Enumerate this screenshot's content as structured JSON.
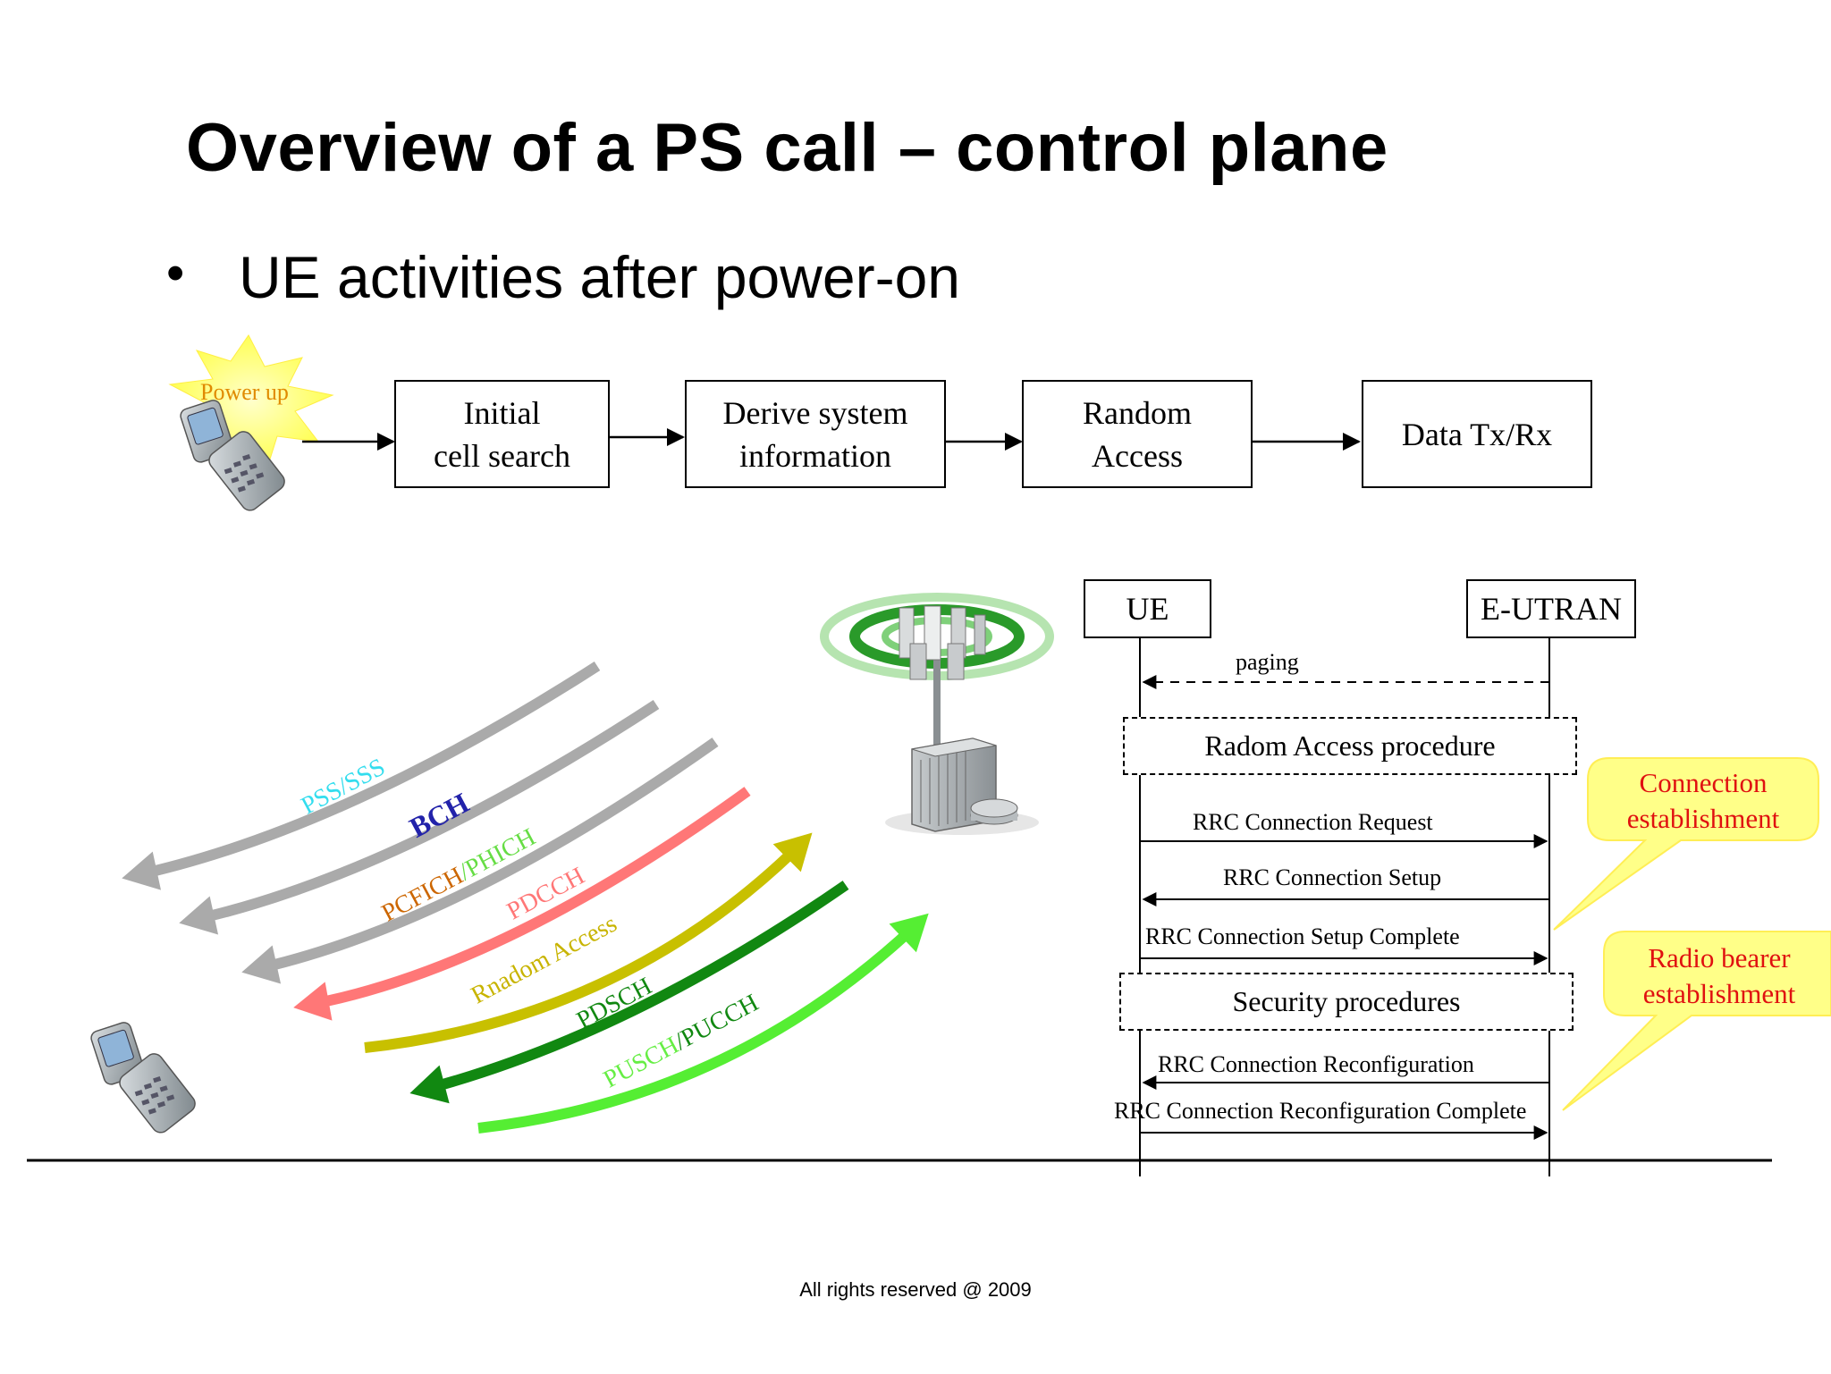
{
  "slide": {
    "title": "Overview of a PS call – control plane",
    "bullet": "UE activities after power-on",
    "footer": "All rights reserved @ 2009"
  },
  "flow": {
    "start_label": "Power up",
    "steps": [
      "Initial\ncell search",
      "Derive system\ninformation",
      "Random\nAccess",
      "Data Tx/Rx"
    ]
  },
  "channels": [
    {
      "label": "PSS/SSS",
      "color": "#33ddee",
      "arrow_color": "#aaaaaa",
      "direction": "downlink"
    },
    {
      "label": "BCH",
      "color": "#2222aa",
      "arrow_color": "#aaaaaa",
      "direction": "downlink"
    },
    {
      "label_a": "PCFICH",
      "label_b": "/PHICH",
      "color_a": "#cc6600",
      "color_b": "#66dd44",
      "arrow_color": "#aaaaaa",
      "direction": "downlink"
    },
    {
      "label": "PDCCH",
      "color": "#ff7777",
      "arrow_color": "#ff7777",
      "direction": "downlink"
    },
    {
      "label": "Rnadom Access",
      "color": "#c8b400",
      "arrow_color": "#c8c000",
      "direction": "uplink"
    },
    {
      "label": "PDSCH",
      "color": "#118811",
      "arrow_color": "#118811",
      "direction": "downlink"
    },
    {
      "label_a": "PUSCH",
      "label_b": "/PUCCH",
      "color_a": "#66ee44",
      "color_b": "#118811",
      "arrow_color": "#55ee33",
      "direction": "uplink"
    }
  ],
  "sequence": {
    "entities": [
      "UE",
      "E-UTRAN"
    ],
    "messages": [
      {
        "label": "paging",
        "direction": "to-ue",
        "style": "dashed"
      },
      {
        "label": "RRC Connection Request",
        "direction": "to-enb",
        "style": "solid"
      },
      {
        "label": "RRC Connection Setup",
        "direction": "to-ue",
        "style": "solid"
      },
      {
        "label": "RRC Connection Setup Complete",
        "direction": "to-enb",
        "style": "solid"
      },
      {
        "label": "RRC Connection Reconfiguration",
        "direction": "to-ue",
        "style": "solid"
      },
      {
        "label": "RRC Connection Reconfiguration Complete",
        "direction": "to-enb",
        "style": "solid"
      }
    ],
    "procedures": [
      "Radom Access procedure",
      "Security procedures"
    ],
    "callouts": [
      "Connection\nestablishment",
      "Radio bearer\nestablishment"
    ]
  },
  "colors": {
    "callout_fill": "#ffff88",
    "callout_text": "#e01010",
    "starburst": "#ffff66",
    "tower_ring": "#2a9a2a"
  }
}
